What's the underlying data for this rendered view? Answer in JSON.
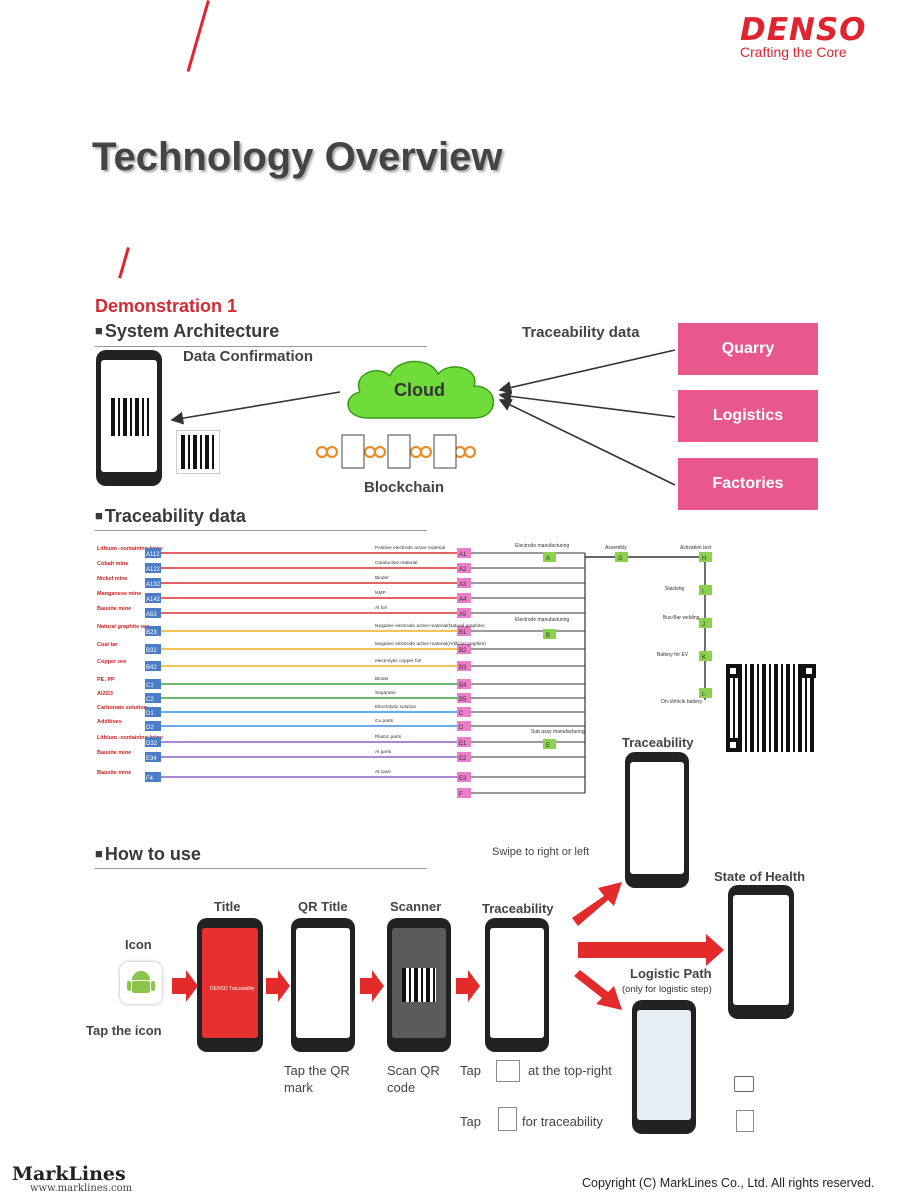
{
  "brand": {
    "name": "DENSO",
    "tagline": "Crafting the Core"
  },
  "title": "Technology Overview",
  "demo_heading": "Demonstration 1",
  "system_architecture": {
    "heading": "System Architecture",
    "data_confirmation": "Data Confirmation",
    "cloud": "Cloud",
    "blockchain": "Blockchain",
    "traceability_data_label": "Traceability data",
    "sources": [
      "Quarry",
      "Logistics",
      "Factories"
    ]
  },
  "traceability_section": {
    "heading": "Traceability data",
    "left_sources": [
      {
        "name": "Lithium -containing brine",
        "node": "A112"
      },
      {
        "name": "Cobalt mine",
        "node": "A122"
      },
      {
        "name": "Nickel mine",
        "node": "A132"
      },
      {
        "name": "Manganese mine",
        "node": "A142"
      },
      {
        "name": "Bauxite mine",
        "node": "A53"
      },
      {
        "name": "Natural graphite ore",
        "node": "B23"
      },
      {
        "name": "Coal tar",
        "node": "B32"
      },
      {
        "name": "Copper ore",
        "node": "B42"
      },
      {
        "name": "PE, PP",
        "node": "C1"
      },
      {
        "name": "Al2O3",
        "node": "C2"
      },
      {
        "name": "Carbonate solution",
        "node": "D1"
      },
      {
        "name": "Additives",
        "node": "D2"
      },
      {
        "name": "Lithium -containing brine",
        "node": "D32"
      },
      {
        "name": "Bauxite mine",
        "node": "E34"
      },
      {
        "name": "Bauxite mine",
        "node": "F4"
      }
    ],
    "mid_nodes": [
      "A1",
      "A2",
      "A3",
      "A4",
      "A5",
      "B1",
      "B2",
      "B3",
      "B4",
      "B5",
      "C",
      "D",
      "E1",
      "E2",
      "E3",
      "F"
    ],
    "process_labels": [
      "Positive electrode active material",
      "Conductive material",
      "Binder",
      "NMP",
      "Al foil",
      "Negative electrode active material(Natural graphite)",
      "Negative electrode active material(Artificial graphite)",
      "electrolytic copper foil",
      "Binder",
      "Separator",
      "Electrolytic solution",
      "Cu parts",
      "Plastic parts",
      "Al parts",
      "Al case"
    ],
    "right_steps": [
      "Electrode manufacturing",
      "Electrode manufacturing",
      "Assembly",
      "Activation test",
      "Stacking",
      "Bus-Bar welding",
      "Battery for EV",
      "Sub assy manufacturing",
      "On-Vehicle battery"
    ],
    "right_nodes": [
      "A",
      "B",
      "G",
      "H",
      "I",
      "J",
      "K",
      "E",
      "L"
    ]
  },
  "how_to_use": {
    "heading": "How to use",
    "steps": [
      {
        "label": "Icon",
        "caption": "Tap the icon"
      },
      {
        "label": "Title",
        "screen_text": "DENSO Traceability"
      },
      {
        "label": "QR Title",
        "caption": "Tap the QR mark"
      },
      {
        "label": "Scanner",
        "caption": "Scan QR code"
      },
      {
        "label": "Traceability",
        "caption_a": "Tap",
        "caption_b": "at the top-right",
        "caption_c": "Tap",
        "caption_d": "for traceability"
      }
    ],
    "swipe": "Swipe to right or left",
    "traceability_label": "Traceability",
    "state_of_health": "State of Health",
    "logistic_path": "Logistic Path",
    "logistic_note": "(only for logistic step)"
  },
  "footer": {
    "logo": "MarkLines",
    "url": "www.marklines.com",
    "copyright": "Copyright (C) MarkLines Co., Ltd. All rights reserved."
  }
}
